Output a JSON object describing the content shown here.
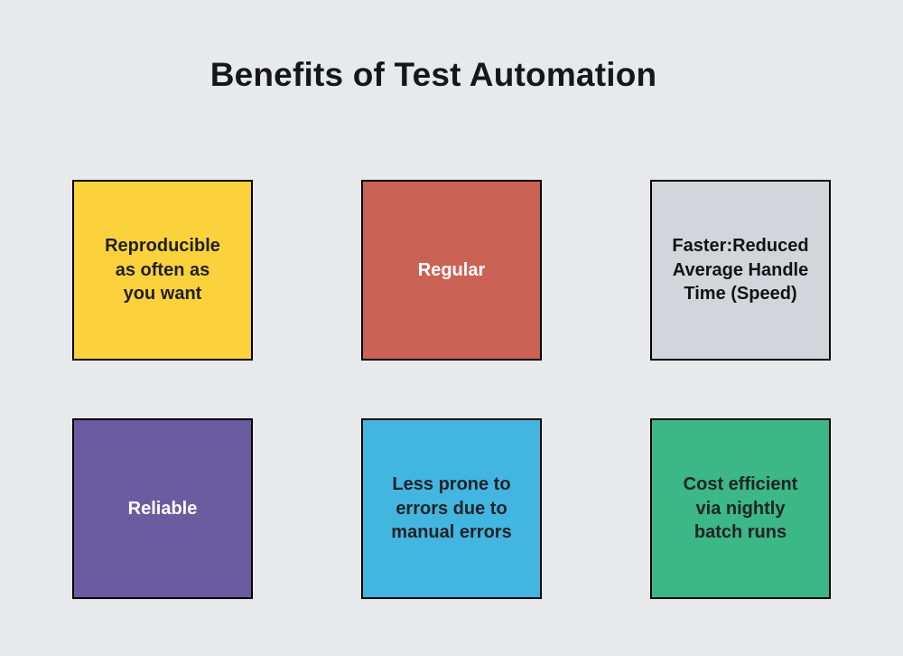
{
  "page": {
    "background_color": "#e8e9eb",
    "title": "Benefits of Test Automation",
    "title_color": "#17171b",
    "box_border_color": "#000000"
  },
  "boxes": [
    {
      "name": "reproducible",
      "label": "Reproducible\nas often as\nyou want",
      "bg_color": "#fcd23c",
      "text_color": "#1f1f23"
    },
    {
      "name": "regular",
      "label": "Regular",
      "bg_color": "#cb6256",
      "text_color": "#ffffff"
    },
    {
      "name": "faster",
      "label": "Faster:Reduced\nAverage Handle\nTime (Speed)",
      "bg_color": "#d2d6da",
      "text_color": "#121214"
    },
    {
      "name": "reliable",
      "label": "Reliable",
      "bg_color": "#6b5ca0",
      "text_color": "#ffffff"
    },
    {
      "name": "less-prone-to-errors",
      "label": "Less prone to\nerrors due to\nmanual errors",
      "bg_color": "#42b6e1",
      "text_color": "#212227"
    },
    {
      "name": "cost-efficient",
      "label": "Cost efficient\nvia nightly\nbatch runs",
      "bg_color": "#3cb787",
      "text_color": "#212227"
    }
  ]
}
